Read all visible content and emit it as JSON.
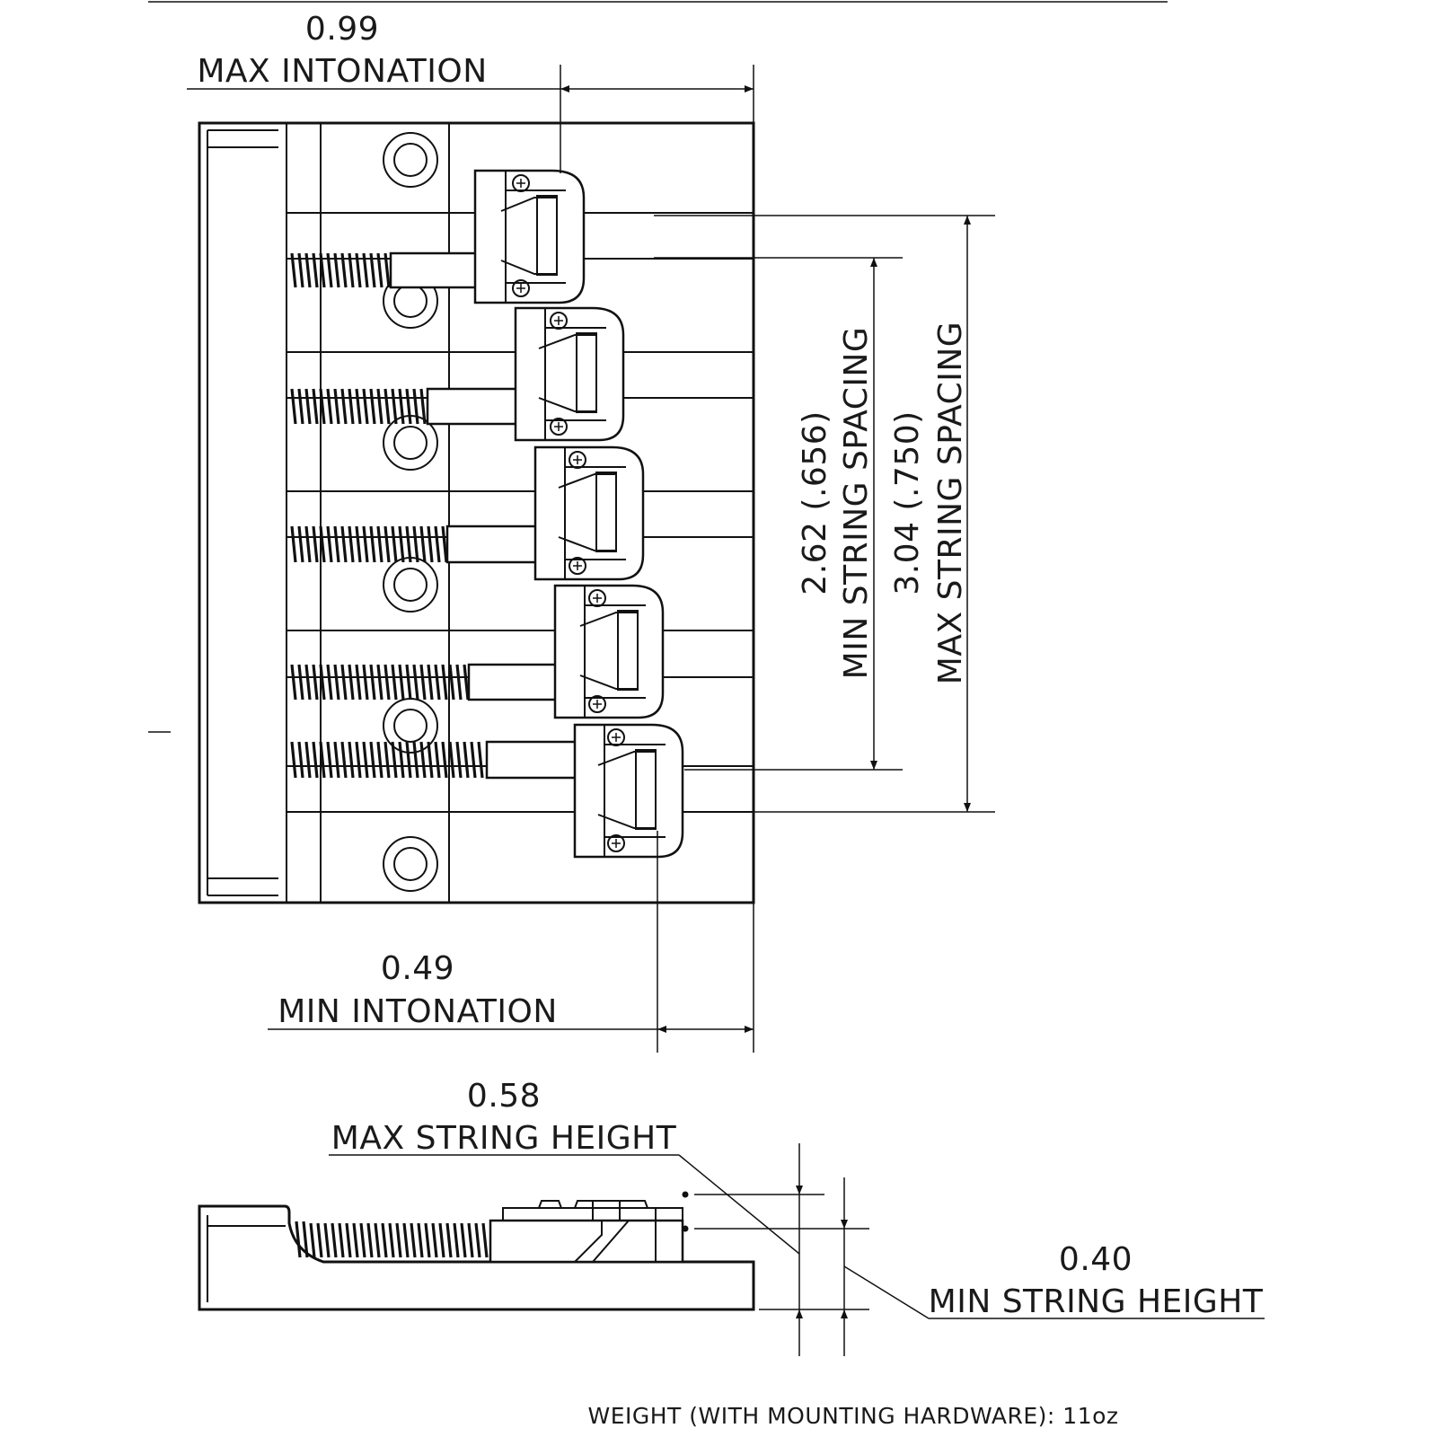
{
  "top_view": {
    "max_intonation": {
      "value": "0.99",
      "label": "MAX INTONATION"
    },
    "min_intonation": {
      "value": "0.49",
      "label": "MIN INTONATION"
    },
    "min_string_spacing": {
      "value": "2.62 (.656)",
      "label": "MIN STRING SPACING"
    },
    "max_string_spacing": {
      "value": "3.04 (.750)",
      "label": "MAX STRING SPACING"
    }
  },
  "side_view": {
    "max_string_height": {
      "value": "0.58",
      "label": "MAX STRING HEIGHT"
    },
    "min_string_height": {
      "value": "0.40",
      "label": "MIN STRING HEIGHT"
    }
  },
  "weight_note": "WEIGHT (WITH MOUNTING HARDWARE): 11oz"
}
